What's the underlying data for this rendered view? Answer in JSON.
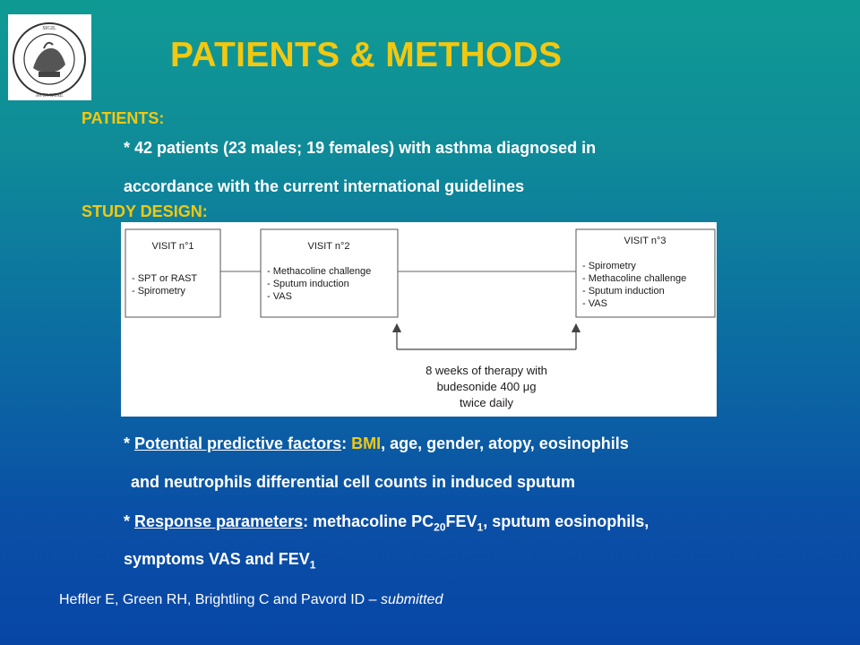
{
  "title": "PATIENTS & METHODS",
  "logo": {
    "icon": "university-seal-icon",
    "ring_text": "TAVRINORVM • SIGIL • VNIVERS • AVGVSTAE"
  },
  "patients": {
    "heading": "PATIENTS:",
    "line1": "* 42 patients (23 males; 19 females) with asthma diagnosed in",
    "line2": "accordance with the current international guidelines"
  },
  "study_design": {
    "heading": "STUDY DESIGN:",
    "diagram": {
      "visit1": {
        "title": "VISIT n°1",
        "items": [
          "- SPT or RAST",
          "- Spirometry"
        ]
      },
      "visit2": {
        "title": "VISIT n°2",
        "items": [
          "- Methacoline challenge",
          "- Sputum induction",
          "- VAS"
        ]
      },
      "visit3": {
        "title": "VISIT n°3",
        "items": [
          "- Spirometry",
          "- Methacoline challenge",
          "- Sputum induction",
          "- VAS"
        ]
      },
      "therapy": [
        "8 weeks of therapy with",
        "budesonide 400 μg",
        "twice daily"
      ]
    }
  },
  "factors": {
    "prefix": "* ",
    "label": "Potential predictive factors",
    "colon": ": ",
    "bmi": "BMI",
    "rest": ", age, gender, atopy, eosinophils",
    "line2": "and neutrophils differential cell counts in induced sputum"
  },
  "response": {
    "prefix": "* ",
    "label": "Response parameters",
    "colon": ": ",
    "text_a": "methacoline PC",
    "sub_a": "20",
    "text_b": "FEV",
    "sub_b": "1",
    "text_c": ", sputum eosinophils,",
    "line2": "symptoms VAS and FEV",
    "sub_c": "1"
  },
  "citation": {
    "authors": "Heffler E, Green RH, Brightling C and Pavord ID – ",
    "status": "submitted"
  }
}
